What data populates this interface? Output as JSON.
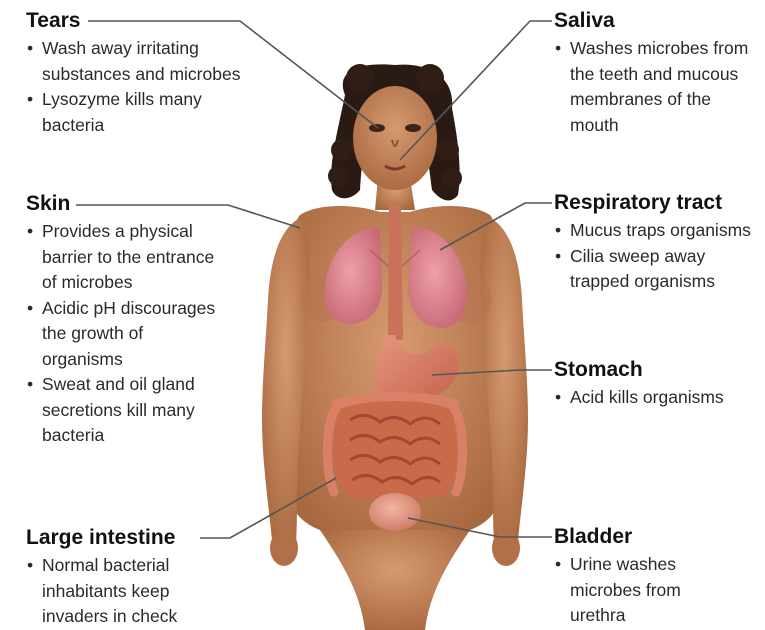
{
  "labels": {
    "tears": {
      "title": "Tears",
      "bullets": [
        "Wash away irritating substances and microbes",
        "Lysozyme kills many bacteria"
      ]
    },
    "saliva": {
      "title": "Saliva",
      "bullets": [
        "Washes microbes from the teeth and mucous membranes of the mouth"
      ]
    },
    "skin": {
      "title": "Skin",
      "bullets": [
        "Provides a physical barrier to the entrance of microbes",
        "Acidic pH discourages the growth of organisms",
        "Sweat and oil gland secretions kill many bacteria"
      ]
    },
    "respiratory": {
      "title": "Respiratory tract",
      "bullets": [
        "Mucus traps organisms",
        "Cilia sweep away trapped organisms"
      ]
    },
    "stomach": {
      "title": "Stomach",
      "bullets": [
        "Acid kills organisms"
      ]
    },
    "large_intestine": {
      "title": "Large intestine",
      "bullets": [
        "Normal bacterial inhabitants keep invaders in check"
      ]
    },
    "bladder": {
      "title": "Bladder",
      "bullets": [
        "Urine washes microbes from urethra"
      ]
    }
  },
  "colors": {
    "skin": "#c9895f",
    "skin_shadow": "#a96a45",
    "hair": "#2a1a14",
    "lung": "#d98a93",
    "organ": "#d77a60",
    "intestine": "#cf6f4f",
    "leader": "#555555"
  }
}
